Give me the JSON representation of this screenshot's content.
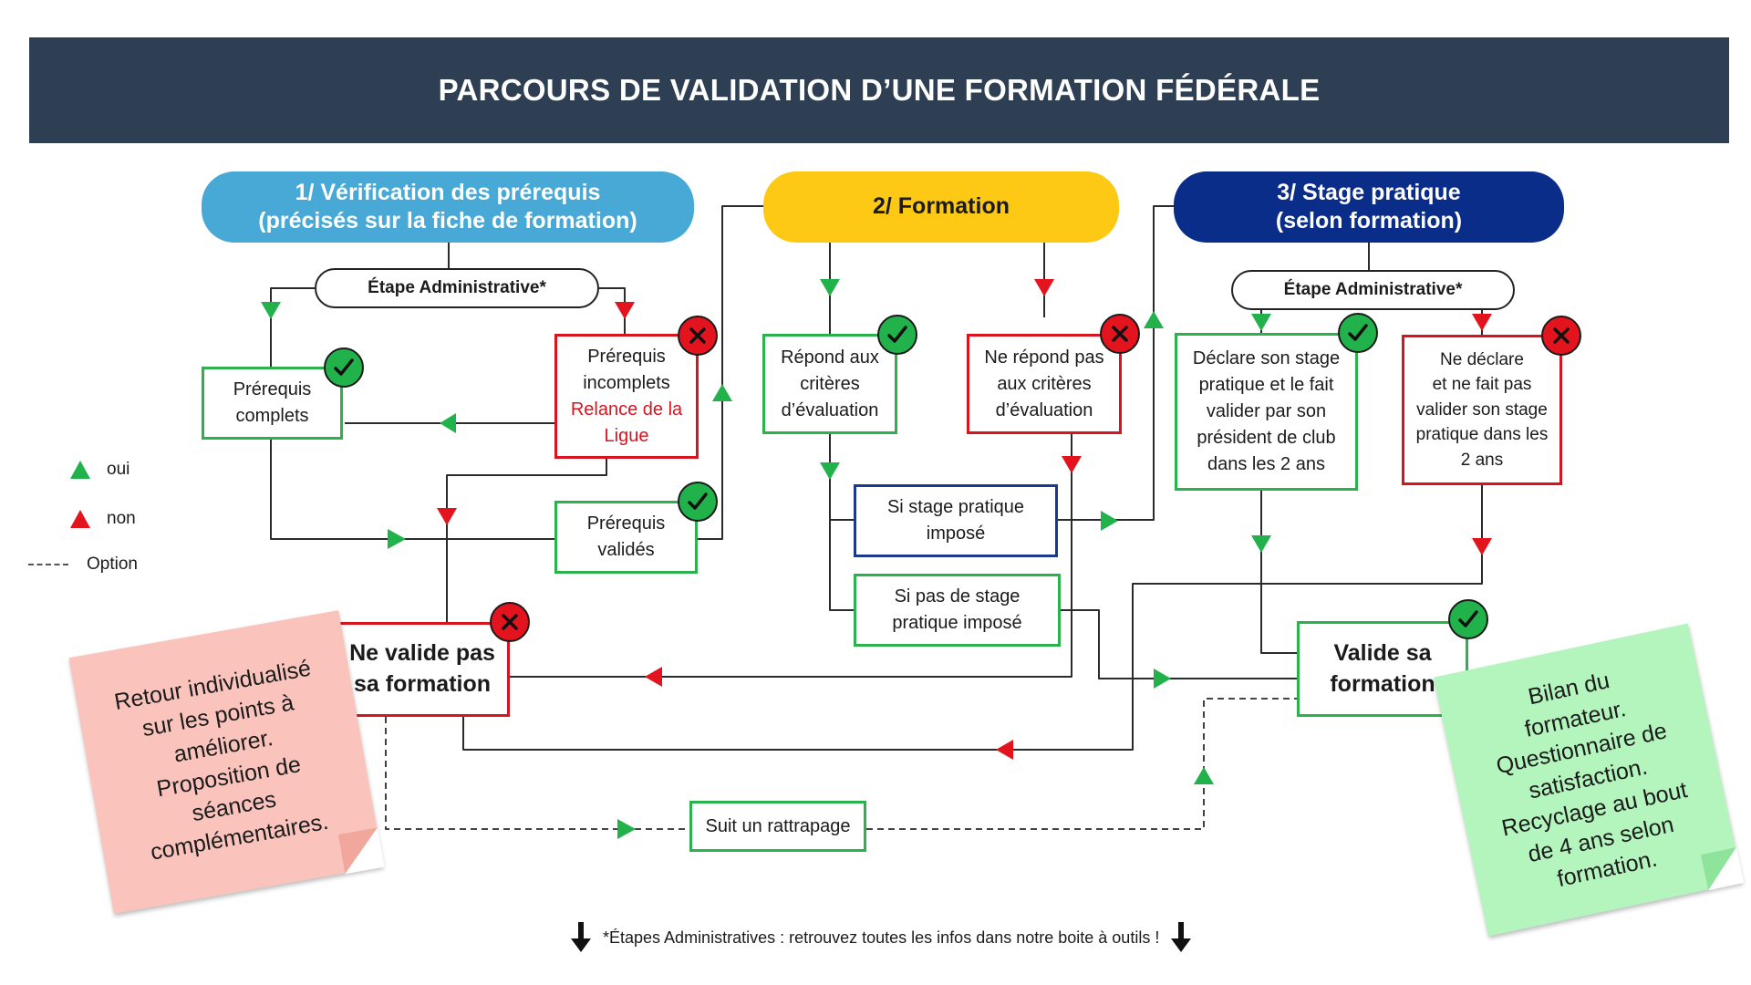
{
  "title": "PARCOURS DE VALIDATION D’UNE FORMATION FÉDÉRALE",
  "phases": {
    "prerequis": {
      "line1": "1/ Vérification des prérequis",
      "line2": "(précisés sur la fiche de formation)"
    },
    "formation": {
      "line1": "2/ Formation"
    },
    "stage": {
      "line1": "3/ Stage pratique",
      "line2": "(selon formation)"
    }
  },
  "admin_step_label": "Étape Administrative*",
  "boxes": {
    "prerequis_complets": [
      "Prérequis",
      "complets"
    ],
    "prerequis_incomplets": [
      "Prérequis",
      "incomplets"
    ],
    "relance_ligue": [
      "Relance de la",
      "Ligue"
    ],
    "prerequis_valides": [
      "Prérequis",
      "validés"
    ],
    "repond_criteres": [
      "Répond aux",
      "critères",
      "d’évaluation"
    ],
    "ne_repond_pas": [
      "Ne répond pas",
      "aux critères",
      "d’évaluation"
    ],
    "stage_impose": [
      "Si stage pratique",
      "imposé"
    ],
    "pas_stage_impose": [
      "Si pas de stage",
      "pratique imposé"
    ],
    "declare_stage": [
      "Déclare son stage",
      "pratique et le fait",
      "valider par son",
      "président de club",
      "dans les 2 ans"
    ],
    "ne_declare_pas": [
      "Ne déclare",
      "et ne fait pas",
      "valider son stage",
      "pratique dans les",
      "2 ans"
    ],
    "ne_valide_pas": [
      "Ne valide pas",
      "sa formation"
    ],
    "valide": [
      "Valide sa",
      "formation"
    ],
    "rattrapage": "Suit un rattrapage"
  },
  "legend": {
    "yes": "oui",
    "no": "non",
    "option": "Option"
  },
  "notes": {
    "retour": [
      "Retour individualisé",
      "sur les points à",
      "améliorer.",
      "Proposition de",
      "séances",
      "complémentaires."
    ],
    "bilan": [
      "Bilan du",
      "formateur.",
      "Questionnaire de",
      "satisfaction.",
      "Recyclage au bout",
      "de 4 ans selon",
      "formation."
    ]
  },
  "footnote": "*Étapes Administratives : retrouvez toutes les infos dans notre boite à outils !",
  "colors": {
    "banner": "#2e3f54",
    "phase1": "#48a9d6",
    "phase2": "#fdc915",
    "phase3": "#0b2d8a",
    "green": "#22b24b",
    "red": "#e4141f",
    "blue_box": "#1c3a8c",
    "note_pink": "#fac4bd",
    "note_green": "#b3f5bd"
  },
  "icons": {
    "ok": "checkmark-icon",
    "no": "cross-icon",
    "footnote": "arrow-down-icon"
  }
}
